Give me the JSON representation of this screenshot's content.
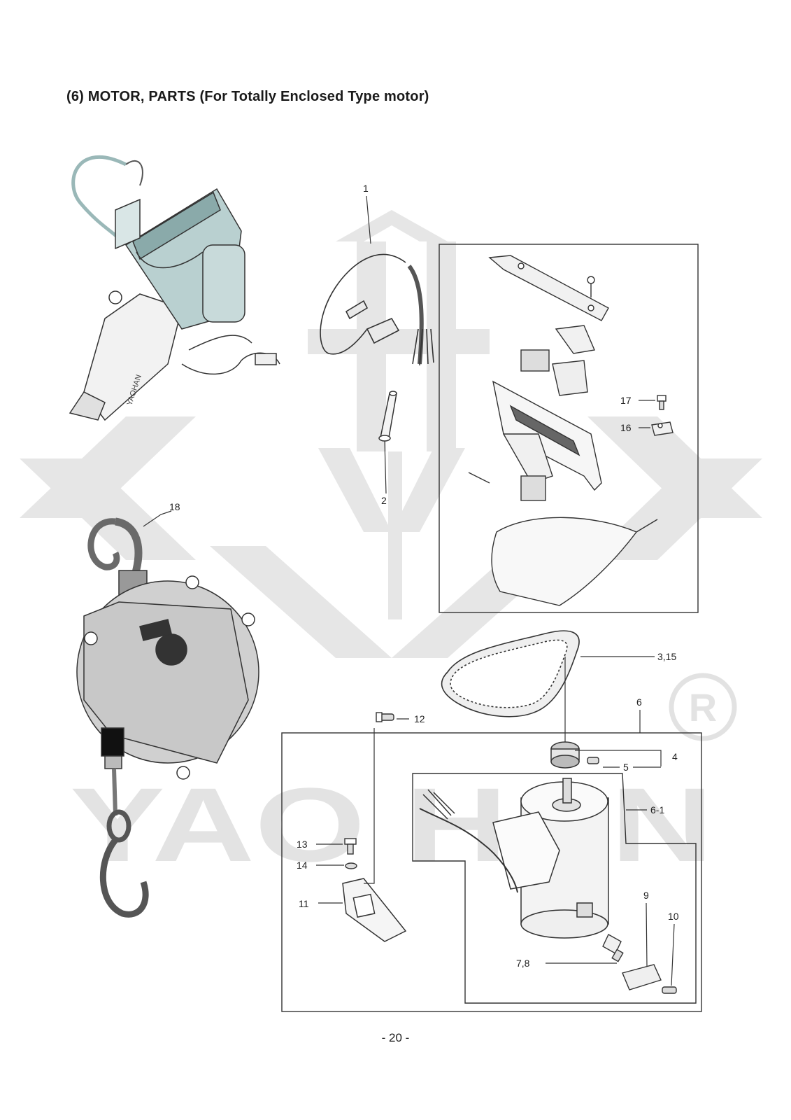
{
  "title": "(6) MOTOR, PARTS (For Totally Enclosed Type motor)",
  "watermark": {
    "brand": "YAO HAN",
    "registered_mark": "R"
  },
  "callouts": {
    "c1": "1",
    "c2": "2",
    "c3_15": "3,15",
    "c4": "4",
    "c5": "5",
    "c6": "6",
    "c6_1": "6-1",
    "c7_8": "7,8",
    "c9": "9",
    "c10": "10",
    "c11": "11",
    "c12": "12",
    "c13": "13",
    "c14": "14",
    "c16": "16",
    "c17": "17",
    "c18": "18"
  },
  "machine_label": "YAOHAN",
  "page_number": "- 20 -",
  "colors": {
    "line": "#333333",
    "watermark": "#e3e3e3",
    "highlight": "#a9c6c6",
    "balancer": "#cfcfcf"
  }
}
